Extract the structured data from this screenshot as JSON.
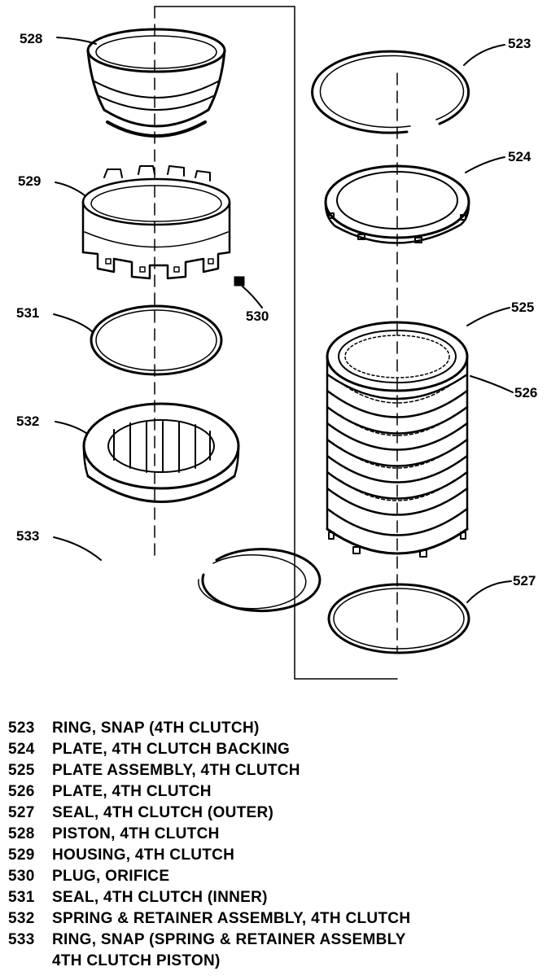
{
  "callouts": {
    "c523": "523",
    "c524": "524",
    "c525": "525",
    "c526": "526",
    "c527": "527",
    "c528": "528",
    "c529": "529",
    "c530": "530",
    "c531": "531",
    "c532": "532",
    "c533": "533"
  },
  "legend": [
    {
      "num": "523",
      "desc": "RING, SNAP (4TH CLUTCH)"
    },
    {
      "num": "524",
      "desc": "PLATE, 4TH CLUTCH BACKING"
    },
    {
      "num": "525",
      "desc": "PLATE ASSEMBLY, 4TH CLUTCH"
    },
    {
      "num": "526",
      "desc": "PLATE, 4TH CLUTCH"
    },
    {
      "num": "527",
      "desc": "SEAL, 4TH CLUTCH (OUTER)"
    },
    {
      "num": "528",
      "desc": "PISTON, 4TH CLUTCH"
    },
    {
      "num": "529",
      "desc": "HOUSING, 4TH CLUTCH"
    },
    {
      "num": "530",
      "desc": "PLUG, ORIFICE"
    },
    {
      "num": "531",
      "desc": "SEAL, 4TH CLUTCH (INNER)"
    },
    {
      "num": "532",
      "desc": "SPRING & RETAINER ASSEMBLY, 4TH CLUTCH"
    },
    {
      "num": "533",
      "desc": "RING, SNAP (SPRING & RETAINER  ASSEMBLY",
      "desc_cont": "4TH CLUTCH PISTON)"
    }
  ]
}
